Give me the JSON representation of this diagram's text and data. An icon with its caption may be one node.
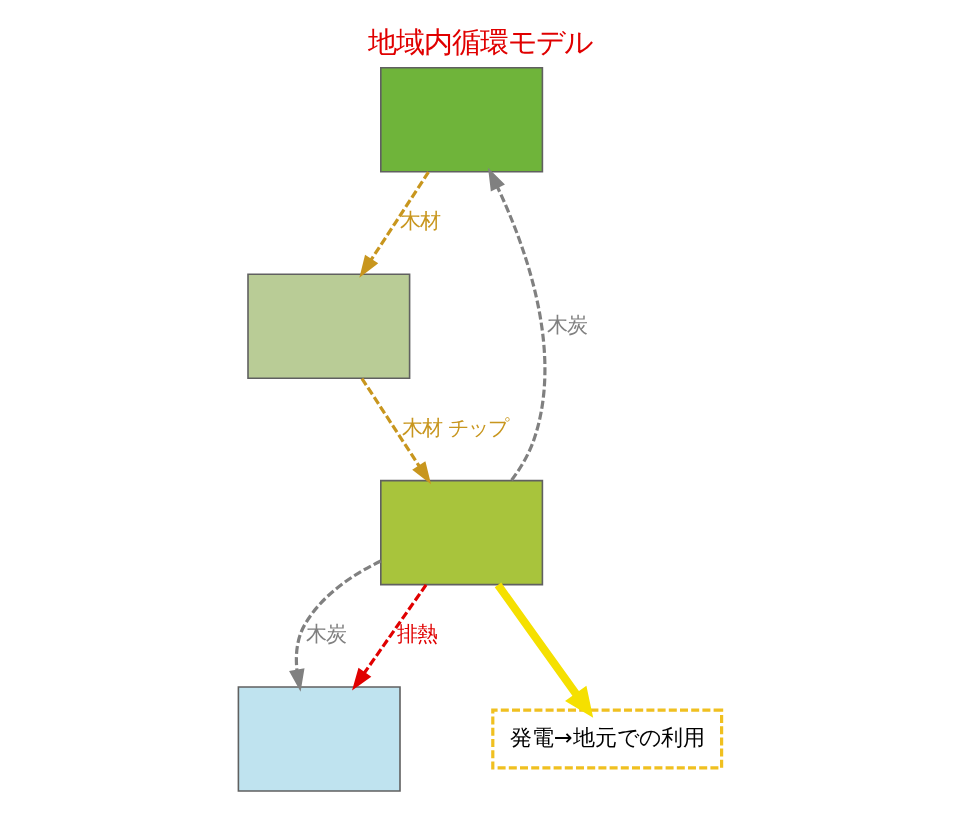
{
  "diagram": {
    "title": "地域内循環モデル",
    "nodes": [
      {
        "text": [],
        "shape": "box"
      },
      {
        "text": [],
        "shape": "box"
      },
      {
        "text": [],
        "shape": "box"
      },
      {
        "text": [],
        "shape": "box"
      },
      {
        "text": [
          "発電→地元での利用"
        ]
      }
    ],
    "edges": [
      {
        "from": 0,
        "to": 1,
        "arrow": "to",
        "label": "木材",
        "style": "dashed",
        "color": "#c8961e"
      },
      {
        "from": 1,
        "to": 2,
        "arrow": "to",
        "label": "木材 チップ",
        "style": "dashed",
        "color": "#c8961e"
      },
      {
        "from": 2,
        "to": 0,
        "arrow": "to",
        "label": "木炭",
        "style": "dashed",
        "color": "#808080"
      },
      {
        "from": 2,
        "to": 3,
        "arrow": "to",
        "label": "木炭",
        "style": "dashed",
        "color": "#808080"
      },
      {
        "from": 2,
        "to": 3,
        "arrow": "to",
        "label": "排熱",
        "style": "dashed",
        "color": "#e00000"
      },
      {
        "from": 2,
        "to": 4,
        "arrow": "to",
        "style": "thick",
        "color": "#f5e000"
      }
    ]
  }
}
